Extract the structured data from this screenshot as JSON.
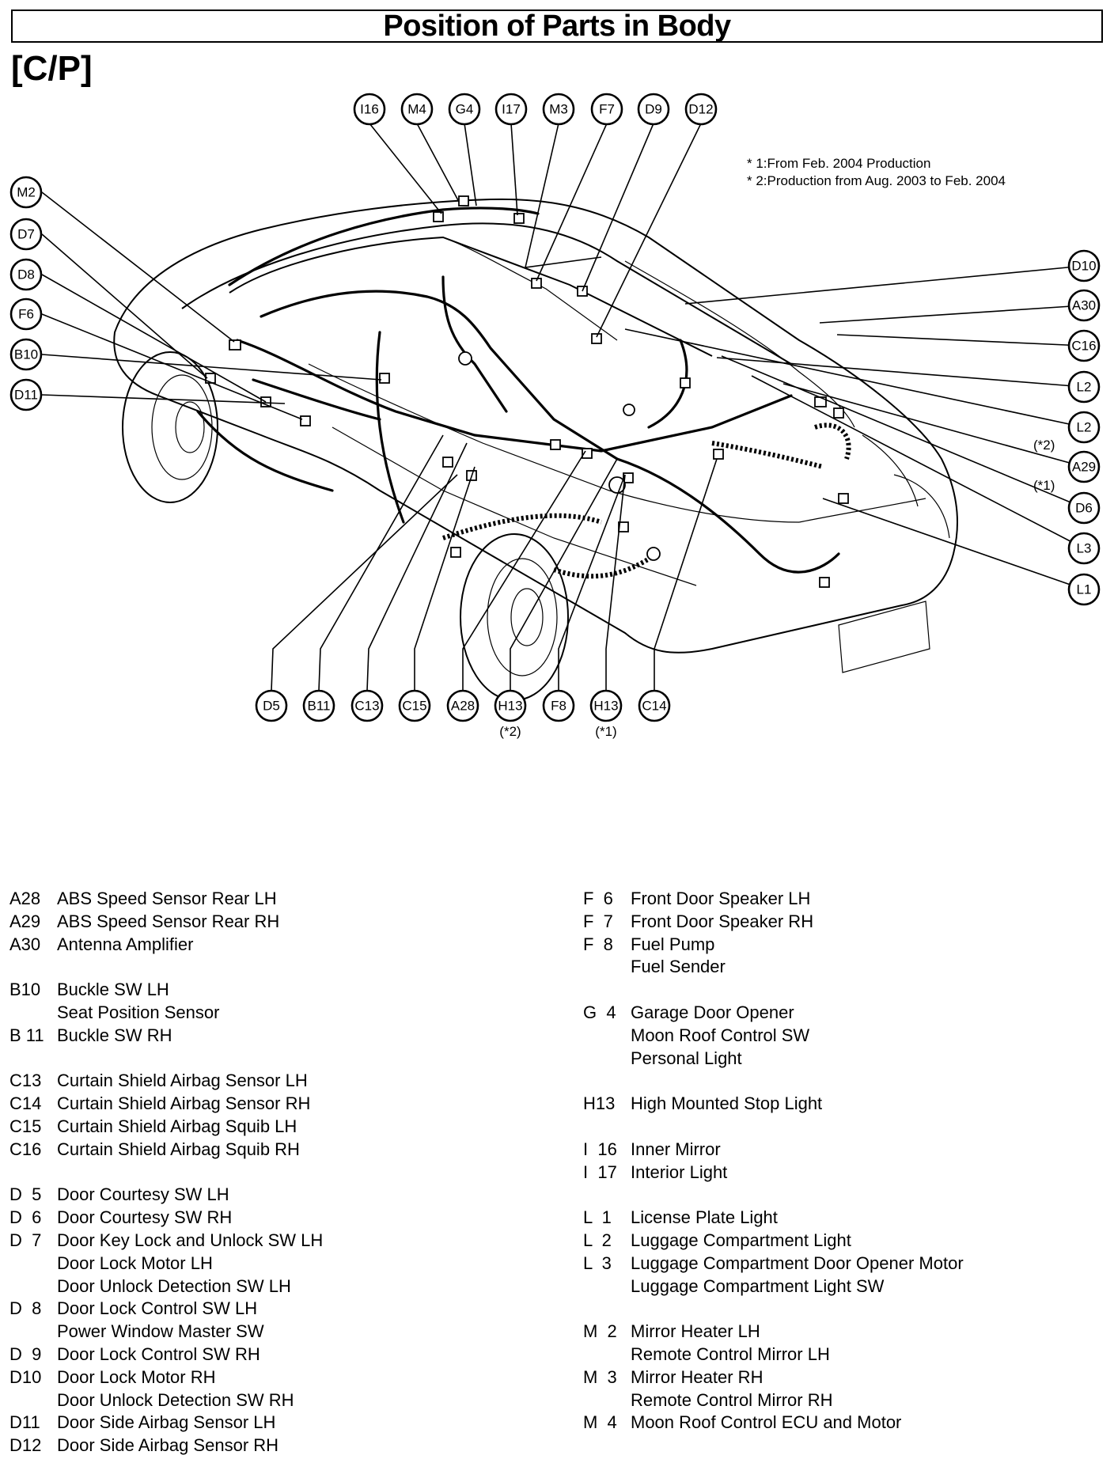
{
  "header": {
    "title": "Position of Parts in Body",
    "section": "[C/P]"
  },
  "notes": [
    "* 1:From Feb. 2004 Production",
    "* 2:Production from Aug. 2003 to Feb. 2004"
  ],
  "callouts": {
    "top": [
      "I16",
      "M4",
      "G4",
      "I17",
      "M3",
      "F7",
      "D9",
      "D12"
    ],
    "left": [
      "M2",
      "D7",
      "D8",
      "F6",
      "B10",
      "D11"
    ],
    "right": [
      "D10",
      "A30",
      "C16",
      "L2",
      "L2",
      "A29",
      "D6",
      "L3",
      "L1"
    ],
    "right_tags": [
      "(*2)",
      "(*1)"
    ],
    "bottom": [
      "D5",
      "B11",
      "C13",
      "C15",
      "A28",
      "H13",
      "F8",
      "H13",
      "C14"
    ],
    "bottom_tags": [
      "(*2)",
      "(*1)"
    ]
  },
  "legend": {
    "left": [
      {
        "code": "A28",
        "lines": [
          "ABS Speed Sensor Rear LH"
        ]
      },
      {
        "code": "A29",
        "lines": [
          "ABS Speed Sensor Rear RH"
        ]
      },
      {
        "code": "A30",
        "lines": [
          "Antenna Amplifier"
        ]
      },
      {
        "gap": true
      },
      {
        "code": "B10",
        "lines": [
          "Buckle SW LH",
          "Seat Position Sensor"
        ]
      },
      {
        "code": "B 11",
        "lines": [
          "Buckle SW RH"
        ]
      },
      {
        "gap": true
      },
      {
        "code": "C13",
        "lines": [
          "Curtain Shield Airbag Sensor LH"
        ]
      },
      {
        "code": "C14",
        "lines": [
          "Curtain Shield Airbag Sensor RH"
        ]
      },
      {
        "code": "C15",
        "lines": [
          "Curtain Shield Airbag Squib LH"
        ]
      },
      {
        "code": "C16",
        "lines": [
          "Curtain Shield Airbag Squib RH"
        ]
      },
      {
        "gap": true
      },
      {
        "code": "D  5",
        "lines": [
          "Door Courtesy SW LH"
        ]
      },
      {
        "code": "D  6",
        "lines": [
          "Door Courtesy SW RH"
        ]
      },
      {
        "code": "D  7",
        "lines": [
          "Door Key Lock and Unlock SW LH",
          "Door Lock Motor LH",
          "Door Unlock Detection SW LH"
        ]
      },
      {
        "code": "D  8",
        "lines": [
          "Door Lock Control SW LH",
          "Power Window Master SW"
        ]
      },
      {
        "code": "D  9",
        "lines": [
          "Door Lock Control SW RH"
        ]
      },
      {
        "code": "D10",
        "lines": [
          "Door Lock Motor RH",
          "Door Unlock Detection SW RH"
        ]
      },
      {
        "code": "D11",
        "lines": [
          "Door Side Airbag Sensor LH"
        ]
      },
      {
        "code": "D12",
        "lines": [
          "Door Side Airbag Sensor RH"
        ]
      }
    ],
    "right": [
      {
        "code": "F  6",
        "lines": [
          "Front Door Speaker LH"
        ]
      },
      {
        "code": "F  7",
        "lines": [
          "Front Door Speaker RH"
        ]
      },
      {
        "code": "F  8",
        "lines": [
          "Fuel Pump",
          "Fuel Sender"
        ]
      },
      {
        "gap": true
      },
      {
        "code": "G  4",
        "lines": [
          "Garage Door Opener",
          "Moon Roof Control SW",
          "Personal Light"
        ]
      },
      {
        "gap": true
      },
      {
        "code": "H13",
        "lines": [
          "High Mounted Stop Light"
        ]
      },
      {
        "gap": true
      },
      {
        "code": "I  16",
        "lines": [
          "Inner Mirror"
        ]
      },
      {
        "code": "I  17",
        "lines": [
          "Interior Light"
        ]
      },
      {
        "gap": true
      },
      {
        "code": "L  1",
        "lines": [
          "License Plate Light"
        ]
      },
      {
        "code": "L  2",
        "lines": [
          "Luggage Compartment Light"
        ]
      },
      {
        "code": "L  3",
        "lines": [
          "Luggage Compartment Door Opener Motor",
          "Luggage Compartment Light SW"
        ]
      },
      {
        "gap": true
      },
      {
        "code": "M  2",
        "lines": [
          "Mirror Heater LH",
          "Remote Control Mirror LH"
        ]
      },
      {
        "code": "M  3",
        "lines": [
          "Mirror Heater RH",
          "Remote Control Mirror RH"
        ]
      },
      {
        "code": "M  4",
        "lines": [
          "Moon Roof Control ECU and Motor"
        ]
      }
    ]
  }
}
